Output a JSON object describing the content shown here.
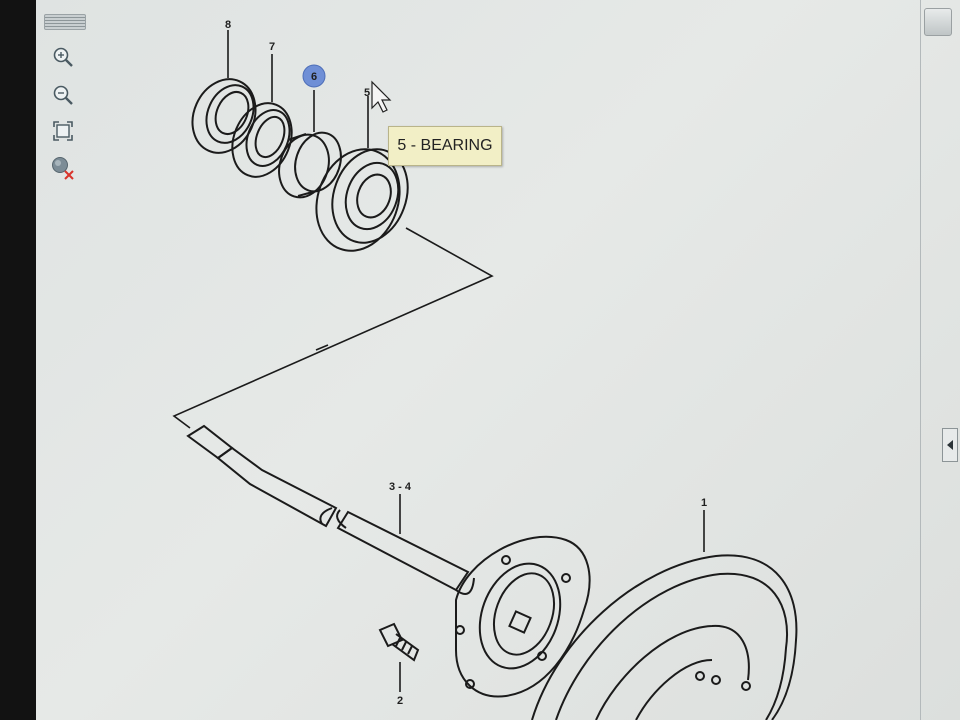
{
  "toolbar": {
    "tools": [
      {
        "name": "zoom-in",
        "icon": "zoom-in-icon"
      },
      {
        "name": "zoom-out",
        "icon": "zoom-out-icon"
      },
      {
        "name": "fit-to-screen",
        "icon": "fit-screen-icon"
      },
      {
        "name": "clear-highlight",
        "icon": "clear-highlight-icon"
      }
    ]
  },
  "diagram": {
    "callouts": {
      "part8": "8",
      "part7": "7",
      "part6": "6",
      "part5": "5",
      "part34": "3 - 4",
      "part2": "2",
      "part1": "1"
    }
  },
  "tooltip": {
    "text": "5 - BEARING"
  },
  "colors": {
    "background": "#e3e6e4",
    "line": "#1b1b1b",
    "tooltip_bg": "#f2efc6",
    "selected_marker": "#6f8fd6"
  }
}
